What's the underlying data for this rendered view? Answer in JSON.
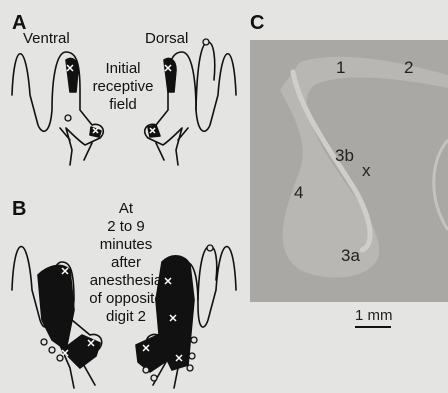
{
  "panel_a": {
    "letter": "A",
    "ventral_label": "Ventral",
    "dorsal_label": "Dorsal",
    "caption_lines": [
      "Initial",
      "receptive",
      "field"
    ]
  },
  "panel_b": {
    "letter": "B",
    "caption_lines": [
      "At",
      "2 to 9",
      "minutes",
      "after",
      "anesthesia",
      "of opposite",
      "digit 2"
    ]
  },
  "panel_c": {
    "letter": "C",
    "area_labels": {
      "a1": "1",
      "a2": "2",
      "a3b": "3b",
      "a4": "4",
      "a3a": "3a"
    },
    "marker": "x",
    "scale_bar": "1 mm"
  },
  "colors": {
    "ink": "#111111",
    "photo_bg": "#a9a8a5",
    "page_bg": "#e4e4e2"
  }
}
